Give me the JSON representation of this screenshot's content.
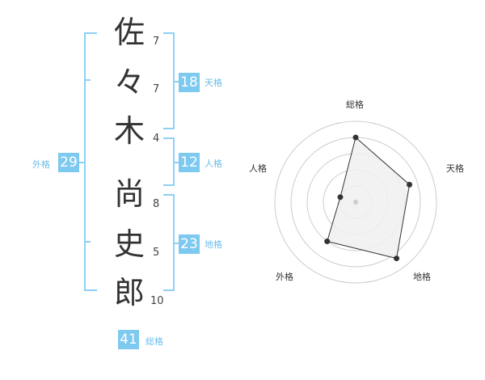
{
  "name_chars": [
    {
      "char": "佐",
      "strokes": "7"
    },
    {
      "char": "々",
      "strokes": "7"
    },
    {
      "char": "木",
      "strokes": "4"
    },
    {
      "char": "尚",
      "strokes": "8"
    },
    {
      "char": "史",
      "strokes": "5"
    },
    {
      "char": "郎",
      "strokes": "10"
    }
  ],
  "fortunes": {
    "tenkaku": {
      "label": "天格",
      "value": "18"
    },
    "jinkaku": {
      "label": "人格",
      "value": "12"
    },
    "chikaku": {
      "label": "地格",
      "value": "23"
    },
    "gaikaku": {
      "label": "外格",
      "value": "29"
    },
    "soukaku": {
      "label": "総格",
      "value": "41"
    }
  },
  "radar": {
    "axes": [
      "総格",
      "天格",
      "地格",
      "外格",
      "人格"
    ],
    "levels": 5,
    "values": [
      4.0,
      3.5,
      4.3,
      3.0,
      1.0
    ],
    "max": 5,
    "fill": "#f0f0f0",
    "stroke": "#333333",
    "ring_color": "#cccccc"
  },
  "accent": "#7ec9f0"
}
